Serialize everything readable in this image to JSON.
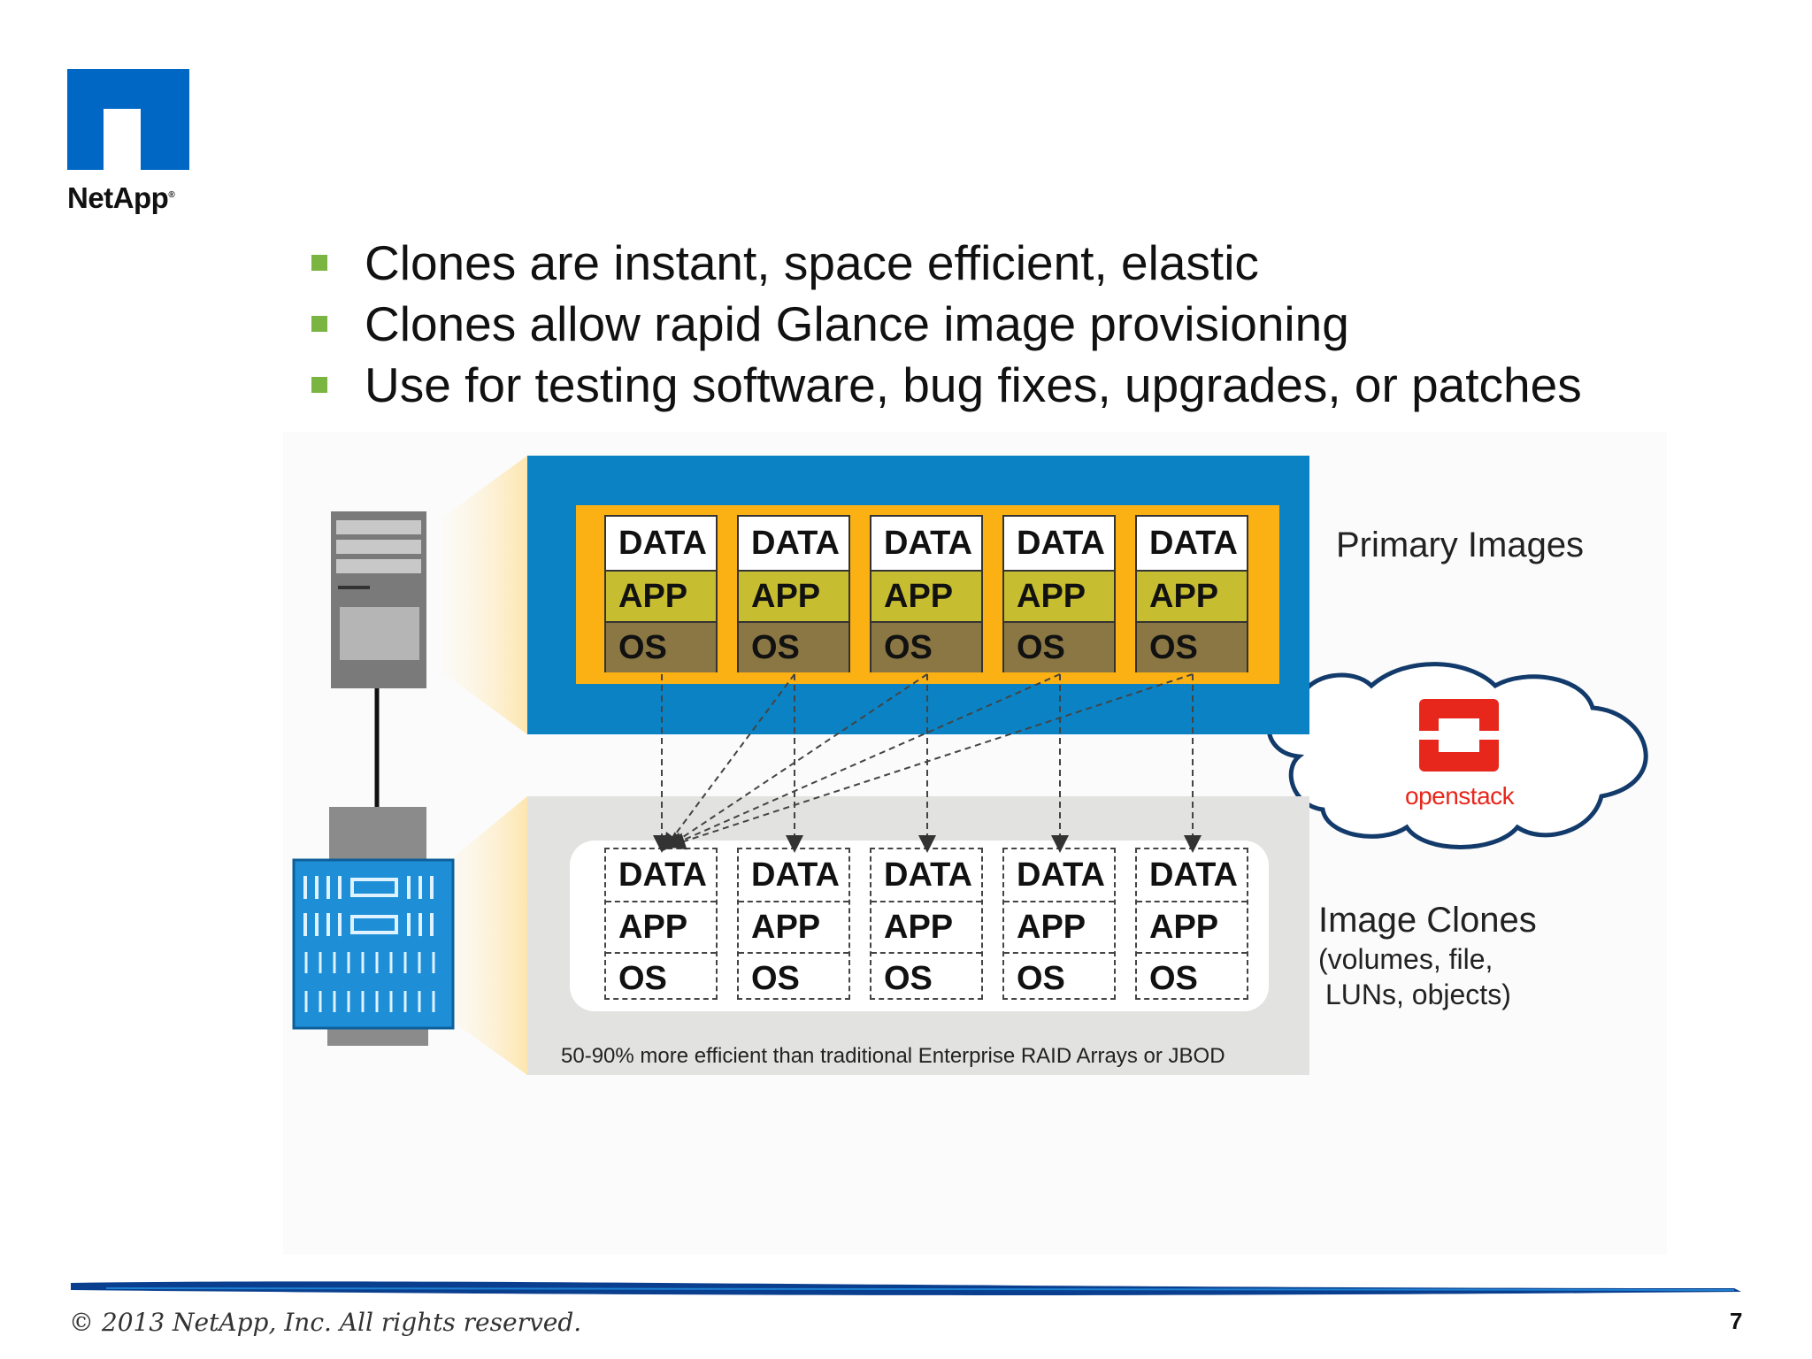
{
  "logo": {
    "text": "NetApp"
  },
  "bullets": [
    "Clones are instant, space efficient, elastic",
    "Clones allow rapid Glance image provisioning",
    "Use for testing software, bug fixes, upgrades, or patches"
  ],
  "primary": {
    "label": "Primary Images",
    "layers": [
      "DATA",
      "APP",
      "OS"
    ],
    "count": 5
  },
  "clones": {
    "label": "Image Clones",
    "sublabel_line1": "(volumes, file,",
    "sublabel_line2": "LUNs, objects)",
    "layers": [
      "DATA",
      "APP",
      "OS"
    ],
    "count": 5
  },
  "cloud": {
    "text": "openstack"
  },
  "efficiency_note": "50-90% more efficient than traditional Enterprise RAID Arrays or JBOD",
  "footer": {
    "copyright": "© 2013 NetApp, Inc. All rights reserved.",
    "page_number": "7"
  },
  "colors": {
    "brand_blue": "#0067c5",
    "primary_panel": "#0a82c4",
    "orange": "#fbb114",
    "app_layer": "#c7bd30",
    "os_layer": "#8a7744",
    "bullet_green": "#7ab541",
    "openstack_red": "#e8271c"
  }
}
